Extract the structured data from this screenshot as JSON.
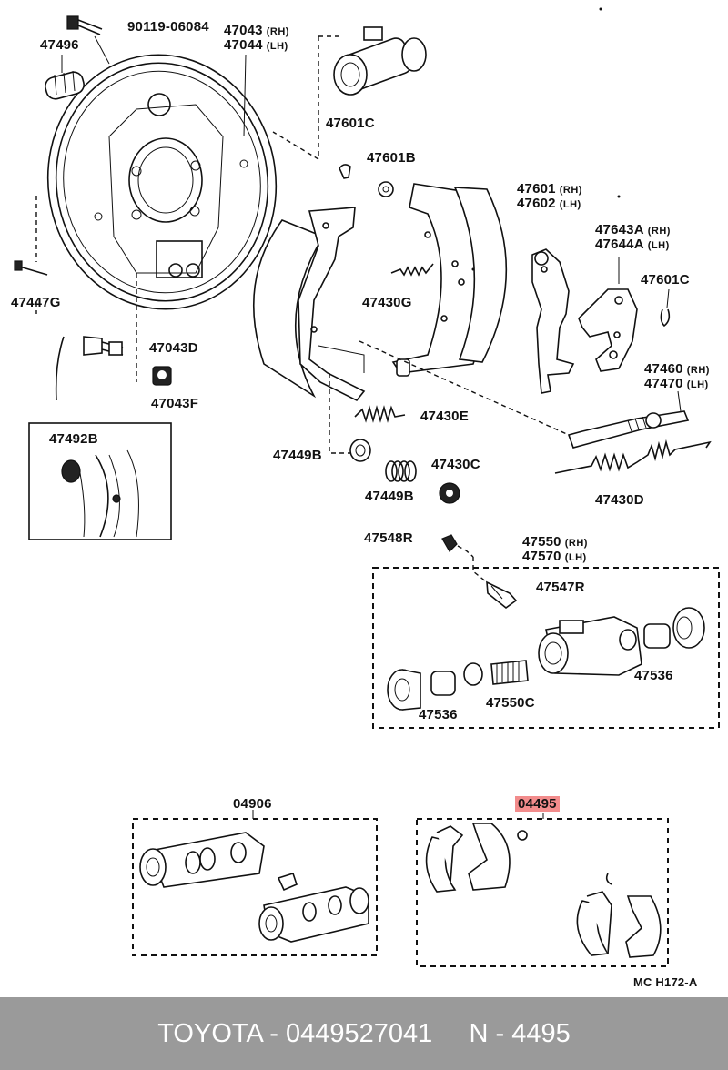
{
  "labels": {
    "p90119": "90119-06084",
    "p47043": "47043",
    "p47044": "47044",
    "p47496": "47496",
    "p47601C_top": "47601C",
    "p47601B": "47601B",
    "p47601": "47601",
    "p47602": "47602",
    "p47643A": "47643A",
    "p47644A": "47644A",
    "p47601C_right": "47601C",
    "p47430G": "47430G",
    "p47447G": "47447G",
    "p47043D": "47043D",
    "p47043F": "47043F",
    "p47460": "47460",
    "p47470": "47470",
    "p47430E": "47430E",
    "p47492B": "47492B",
    "p47449B_top": "47449B",
    "p47430C": "47430C",
    "p47449B_bottom": "47449B",
    "p47430D": "47430D",
    "p47548R": "47548R",
    "p47550": "47550",
    "p47570": "47570",
    "p47547R": "47547R",
    "p47536_right": "47536",
    "p47536_left": "47536",
    "p47550C": "47550C",
    "p04906": "04906",
    "p04495": "04495",
    "diagram_code": "MC H172-A"
  },
  "suffixes": {
    "rh": "(RH)",
    "lh": "(LH)"
  },
  "highlight_color": "#f28c8c",
  "bottom_bar": {
    "text": "TOYOTA - 0449527041     N - 4495",
    "background": "#9a9a9a"
  }
}
